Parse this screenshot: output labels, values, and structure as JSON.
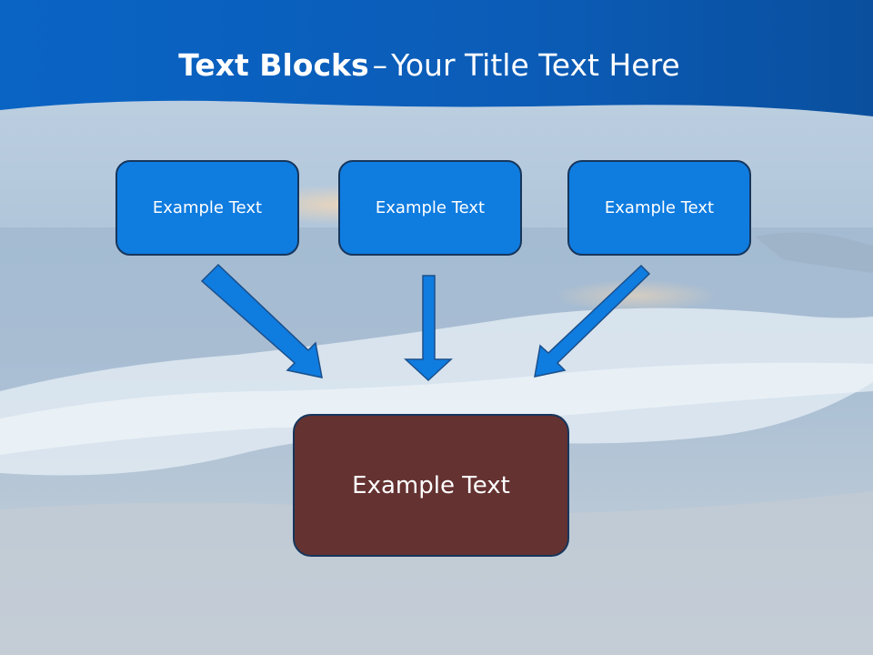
{
  "slide": {
    "title_bold": "Text Blocks",
    "title_separator": "–",
    "title_rest": "Your Title Text Here",
    "blocks": [
      {
        "label": "Example Text"
      },
      {
        "label": "Example Text"
      },
      {
        "label": "Example Text"
      }
    ],
    "center_block": {
      "label": "Example Text"
    }
  },
  "colors": {
    "header_blue": "#0a62c0",
    "block_blue": "#0f7ce0",
    "block_border": "#16365c",
    "center_block": "#643231",
    "arrow_fill": "#0f7ce0",
    "arrow_stroke": "#1b4f8a"
  }
}
